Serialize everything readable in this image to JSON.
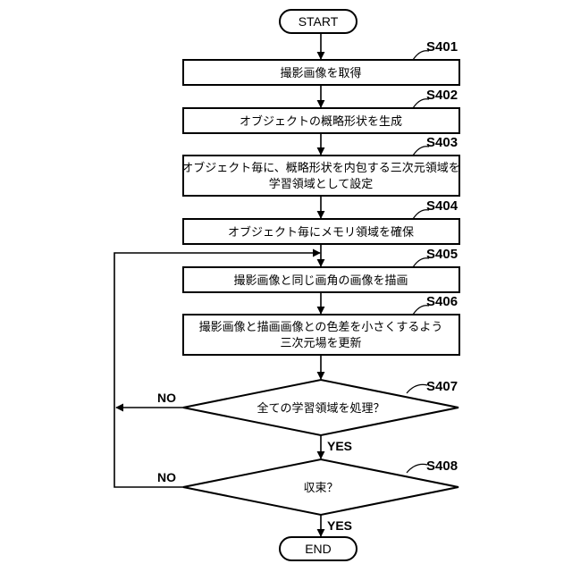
{
  "flowchart": {
    "start": "START",
    "end": "END",
    "steps": [
      {
        "id": "S401",
        "lines": [
          "撮影画像を取得"
        ]
      },
      {
        "id": "S402",
        "lines": [
          "オブジェクトの概略形状を生成"
        ]
      },
      {
        "id": "S403",
        "lines": [
          "オブジェクト毎に、概略形状を内包する三次元領域を",
          "学習領域として設定"
        ]
      },
      {
        "id": "S404",
        "lines": [
          "オブジェクト毎にメモリ領域を確保"
        ]
      },
      {
        "id": "S405",
        "lines": [
          "撮影画像と同じ画角の画像を描画"
        ]
      },
      {
        "id": "S406",
        "lines": [
          "撮影画像と描画画像との色差を小さくするよう",
          "三次元場を更新"
        ]
      }
    ],
    "decisions": [
      {
        "id": "S407",
        "question": "全ての学習領域を処理？",
        "yes": "YES",
        "no": "NO"
      },
      {
        "id": "S408",
        "question": "収束？",
        "yes": "YES",
        "no": "NO"
      }
    ]
  }
}
